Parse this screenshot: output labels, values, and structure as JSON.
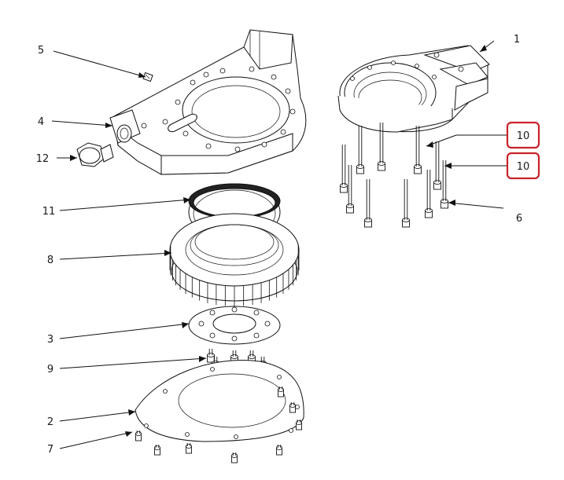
{
  "callouts": [
    {
      "id": "1",
      "text": "1"
    },
    {
      "id": "2",
      "text": "2"
    },
    {
      "id": "3",
      "text": "3"
    },
    {
      "id": "4",
      "text": "4"
    },
    {
      "id": "5",
      "text": "5"
    },
    {
      "id": "6",
      "text": "6"
    },
    {
      "id": "7",
      "text": "7"
    },
    {
      "id": "8",
      "text": "8"
    },
    {
      "id": "9",
      "text": "9"
    },
    {
      "id": "10a",
      "text": "10"
    },
    {
      "id": "10b",
      "text": "10"
    },
    {
      "id": "11",
      "text": "11"
    },
    {
      "id": "12",
      "text": "12"
    }
  ],
  "colors": {
    "highlight": "#c8232c",
    "ink": "#111111"
  }
}
